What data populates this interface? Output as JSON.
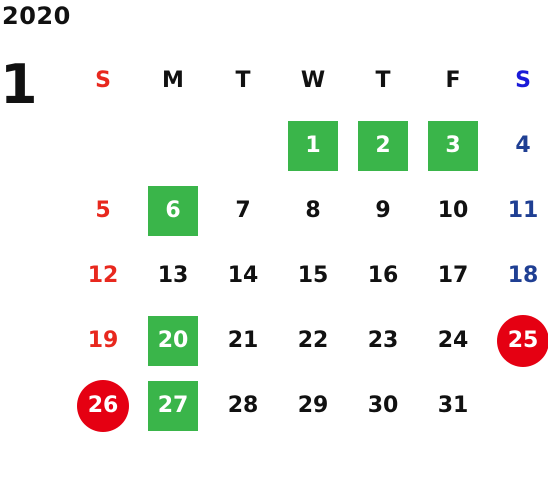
{
  "calendar": {
    "year": "2020",
    "month": "1",
    "weekdays": [
      "S",
      "M",
      "T",
      "W",
      "T",
      "F",
      "S"
    ],
    "weeks": [
      [
        {
          "day": "",
          "style": "empty"
        },
        {
          "day": "",
          "style": "empty"
        },
        {
          "day": "",
          "style": "empty"
        },
        {
          "day": "1",
          "style": "green"
        },
        {
          "day": "2",
          "style": "green"
        },
        {
          "day": "3",
          "style": "green"
        },
        {
          "day": "4",
          "style": "sat"
        }
      ],
      [
        {
          "day": "5",
          "style": "sun"
        },
        {
          "day": "6",
          "style": "green"
        },
        {
          "day": "7",
          "style": "normal"
        },
        {
          "day": "8",
          "style": "normal"
        },
        {
          "day": "9",
          "style": "normal"
        },
        {
          "day": "10",
          "style": "normal"
        },
        {
          "day": "11",
          "style": "sat"
        }
      ],
      [
        {
          "day": "12",
          "style": "sun"
        },
        {
          "day": "13",
          "style": "normal"
        },
        {
          "day": "14",
          "style": "normal"
        },
        {
          "day": "15",
          "style": "normal"
        },
        {
          "day": "16",
          "style": "normal"
        },
        {
          "day": "17",
          "style": "normal"
        },
        {
          "day": "18",
          "style": "sat"
        }
      ],
      [
        {
          "day": "19",
          "style": "sun"
        },
        {
          "day": "20",
          "style": "green"
        },
        {
          "day": "21",
          "style": "normal"
        },
        {
          "day": "22",
          "style": "normal"
        },
        {
          "day": "23",
          "style": "normal"
        },
        {
          "day": "24",
          "style": "normal"
        },
        {
          "day": "25",
          "style": "holiday"
        }
      ],
      [
        {
          "day": "26",
          "style": "holiday"
        },
        {
          "day": "27",
          "style": "green"
        },
        {
          "day": "28",
          "style": "normal"
        },
        {
          "day": "29",
          "style": "normal"
        },
        {
          "day": "30",
          "style": "normal"
        },
        {
          "day": "31",
          "style": "normal"
        },
        {
          "day": "",
          "style": "empty"
        }
      ]
    ]
  },
  "colors": {
    "green_marker": "#3ab54a",
    "holiday_marker": "#e50012",
    "sunday_text": "#e8281e",
    "saturday_text": "#1f3f93",
    "saturday_header": "#1a1ad8"
  }
}
